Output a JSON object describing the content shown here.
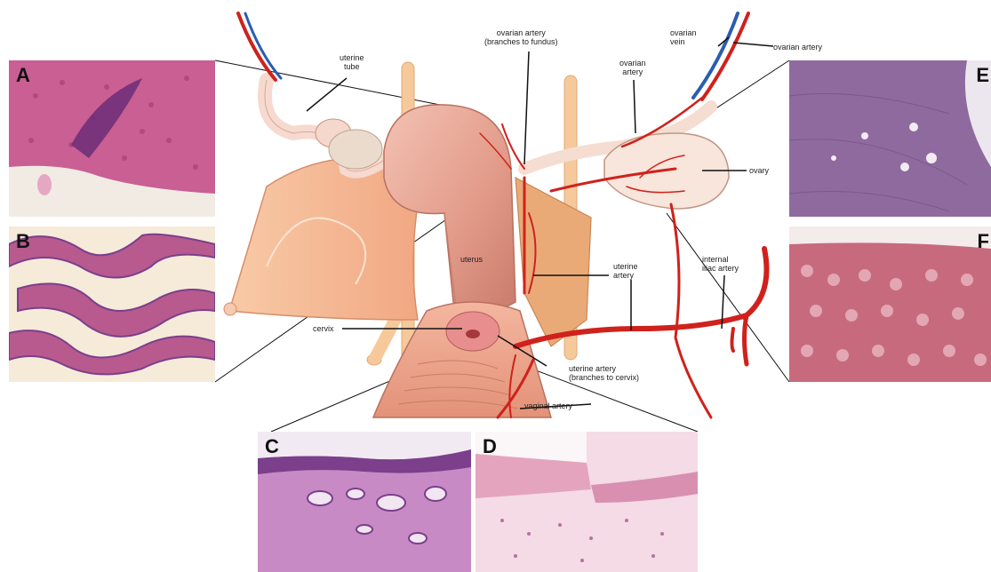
{
  "panels": {
    "A": "A",
    "B": "B",
    "C": "C",
    "D": "D",
    "E": "E",
    "F": "F"
  },
  "labels": {
    "uterine_tube": "uterine\ntube",
    "ovarian_artery_fundus": "ovarian artery\n(branches to fundus)",
    "ovarian_vein": "ovarian\nvein",
    "ovarian_artery_top": "ovarian artery",
    "ovarian_artery_mid": "ovarian\nartery",
    "ovary": "ovary",
    "uterus": "uterus",
    "uterine_artery": "uterine\nartery",
    "internal_iliac_artery": "internal\niliac artery",
    "cervix": "cervix",
    "uterine_artery_cervix": "uterine artery\n(branches to cervix)",
    "vaginal_artery": "vaginal artery"
  },
  "colors": {
    "artery": "#d0211c",
    "vein": "#2a5db0",
    "tissue": "#f2b89c",
    "uterus": "#e7a08e",
    "he_pink": "#d88fb0",
    "he_purple": "#7b3f8c"
  }
}
